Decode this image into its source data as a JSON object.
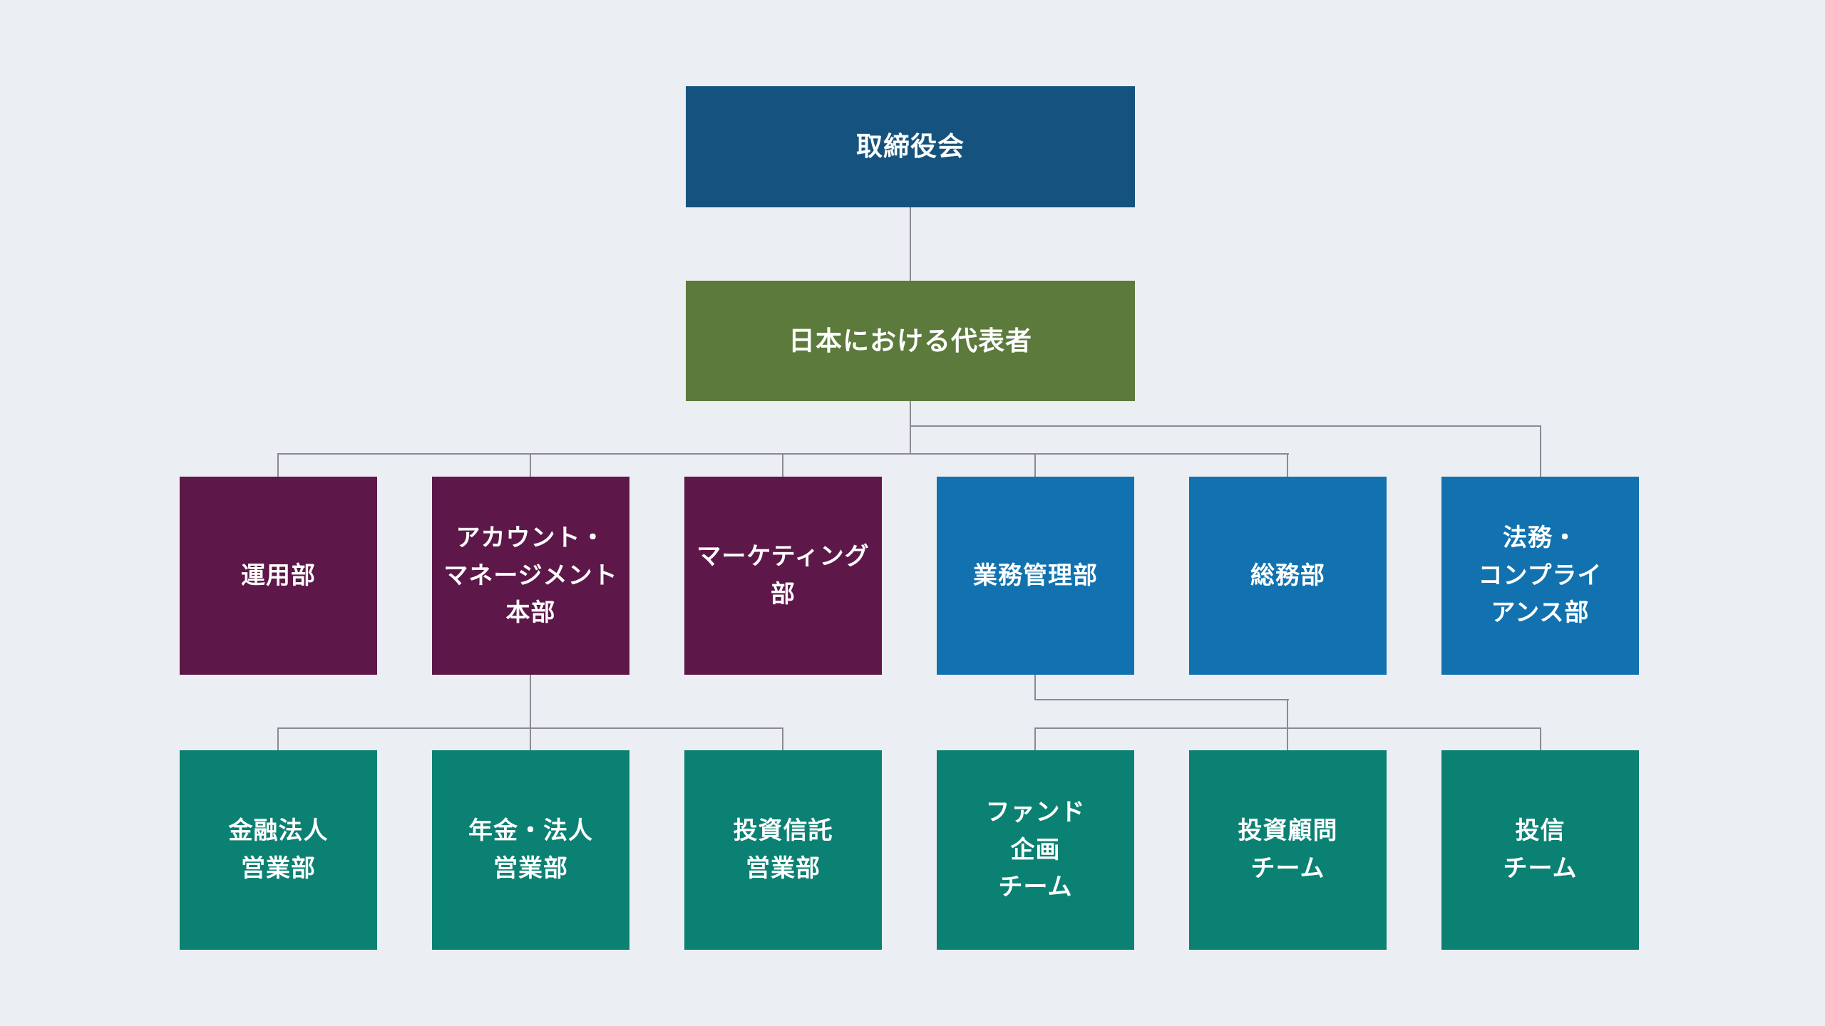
{
  "diagram": {
    "type": "org-chart",
    "background_color": "#EBEEF3",
    "connector_color": "#8A8A94",
    "colors": {
      "board": "#15537E",
      "representative": "#5C7A3C",
      "front_departments": "#5D1849",
      "admin_departments": "#1172AF",
      "teams": "#0B8173"
    },
    "nodes": {
      "board": {
        "id": "board",
        "label": "取締役会",
        "color": "#15537E",
        "level": 1
      },
      "representative": {
        "id": "representative",
        "label": "日本における代表者",
        "color": "#5C7A3C",
        "level": 2,
        "reports_to": "board"
      },
      "departments": [
        {
          "id": "investment-management-dept",
          "label": "運用部",
          "color": "#5D1849",
          "level": 3,
          "reports_to": "representative"
        },
        {
          "id": "account-management-division",
          "label": "アカウント・\nマネージメント\n本部",
          "color": "#5D1849",
          "level": 3,
          "reports_to": "representative"
        },
        {
          "id": "marketing-dept",
          "label": "マーケティング部",
          "color": "#5D1849",
          "level": 3,
          "reports_to": "representative"
        },
        {
          "id": "business-administration-dept",
          "label": "業務管理部",
          "color": "#1172AF",
          "level": 3,
          "reports_to": "representative"
        },
        {
          "id": "general-affairs-dept",
          "label": "総務部",
          "color": "#1172AF",
          "level": 3,
          "reports_to": "representative"
        },
        {
          "id": "legal-compliance-dept",
          "label": "法務・\nコンプライ\nアンス部",
          "color": "#1172AF",
          "level": 3,
          "reports_to": "representative"
        }
      ],
      "teams": [
        {
          "id": "financial-institutions-sales-dept",
          "label": "金融法人\n営業部",
          "color": "#0B8173",
          "level": 4,
          "reports_to": "account-management-division"
        },
        {
          "id": "pension-corporate-sales-dept",
          "label": "年金・法人\n営業部",
          "color": "#0B8173",
          "level": 4,
          "reports_to": "account-management-division"
        },
        {
          "id": "investment-trust-sales-dept",
          "label": "投資信託\n営業部",
          "color": "#0B8173",
          "level": 4,
          "reports_to": "account-management-division"
        },
        {
          "id": "fund-planning-team",
          "label": "ファンド\n企画\nチーム",
          "color": "#0B8173",
          "level": 4,
          "reports_to": "business-administration-dept"
        },
        {
          "id": "investment-advisory-team",
          "label": "投資顧問\nチーム",
          "color": "#0B8173",
          "level": 4,
          "reports_to": "business-administration-dept"
        },
        {
          "id": "investment-trust-team",
          "label": "投信\nチーム",
          "color": "#0B8173",
          "level": 4,
          "reports_to": "business-administration-dept"
        }
      ]
    }
  }
}
